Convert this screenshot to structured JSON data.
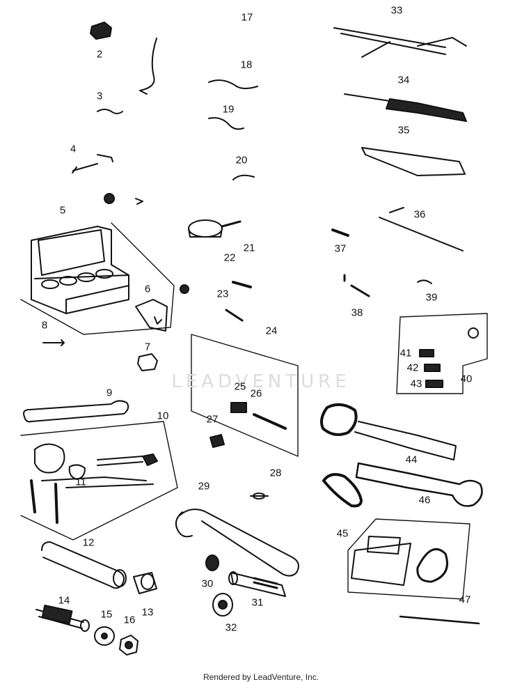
{
  "watermark": "LEADVENTURE",
  "footer": "Rendered by LeadVenture, Inc.",
  "callouts": [
    "2",
    "3",
    "4",
    "5",
    "6",
    "7",
    "8",
    "9",
    "10",
    "11",
    "12",
    "13",
    "14",
    "15",
    "16",
    "17",
    "18",
    "19",
    "20",
    "21",
    "22",
    "23",
    "24",
    "25",
    "26",
    "27",
    "28",
    "29",
    "30",
    "31",
    "32",
    "33",
    "34",
    "35",
    "36",
    "37",
    "38",
    "39",
    "40",
    "41",
    "42",
    "43",
    "44",
    "45",
    "46",
    "47"
  ]
}
